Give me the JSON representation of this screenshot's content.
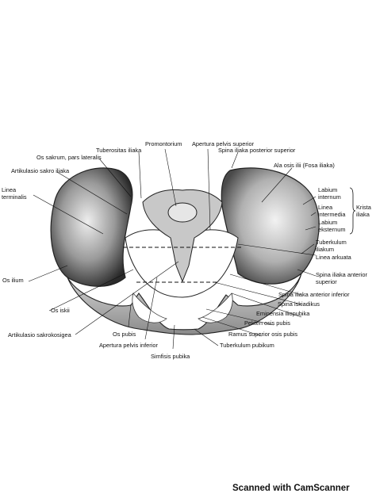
{
  "labels": {
    "promontorium": "Promontorium",
    "apertura_pelvis_superior": "Apertura pelvis superior",
    "tuberositas_iliaka": "Tuberositas iliaka",
    "spina_iliaka_posterior_superior": "Spina iliaka posterior superior",
    "os_sakrum": "Os sakrum, pars lateralis",
    "ala_osis_ilii": "Ala osis ilii (Fosa iliaka)",
    "artikulasio_sakro_iliaka": "Artikulasio sakro iliaka",
    "linea_terminalis_1": "Linea",
    "linea_terminalis_2": "terminalis",
    "labium_internum_1": "Labium",
    "labium_internum_2": "internum",
    "linea_intermedia_1": "Linea",
    "linea_intermedia_2": "intermedia",
    "labium_eksternum_1": "Labium",
    "labium_eksternum_2": "eksternum",
    "krista_iliaka_1": "Krista",
    "krista_iliaka_2": "iliaka",
    "tuberkulum_iliakum_1": "Tuberkulum",
    "tuberkulum_iliakum_2": "iliakum",
    "linea_arkuata": "Linea arkuata",
    "os_ilium": "Os ilium",
    "spina_iliaka_anterior_superior_1": "Spina iliaka anterior",
    "spina_iliaka_anterior_superior_2": "superior",
    "spina_iliaka_anterior_inferior": "Spina iliaka anterior inferior",
    "spina_iskiadikus": "Spina iskiadikus",
    "os_iskii": "Os iskii",
    "eminensia_iliopubika": "Eminensia iliopubika",
    "pekten_osis_pubis": "Pekten osis pubis",
    "artikulasio_sakrokosigea": "Artikulasio sakrokosigea",
    "os_pubis": "Os pubis",
    "ramus_superior_osis_pubis": "Ramus superior osis pubis",
    "apertura_pelvis_inferior": "Apertura pelvis inferior",
    "tuberkulum_pubikum": "Tuberkulum pubikum",
    "simfisis_pubika": "Simfisis pubika"
  },
  "footer": "Scanned with CamScanner"
}
